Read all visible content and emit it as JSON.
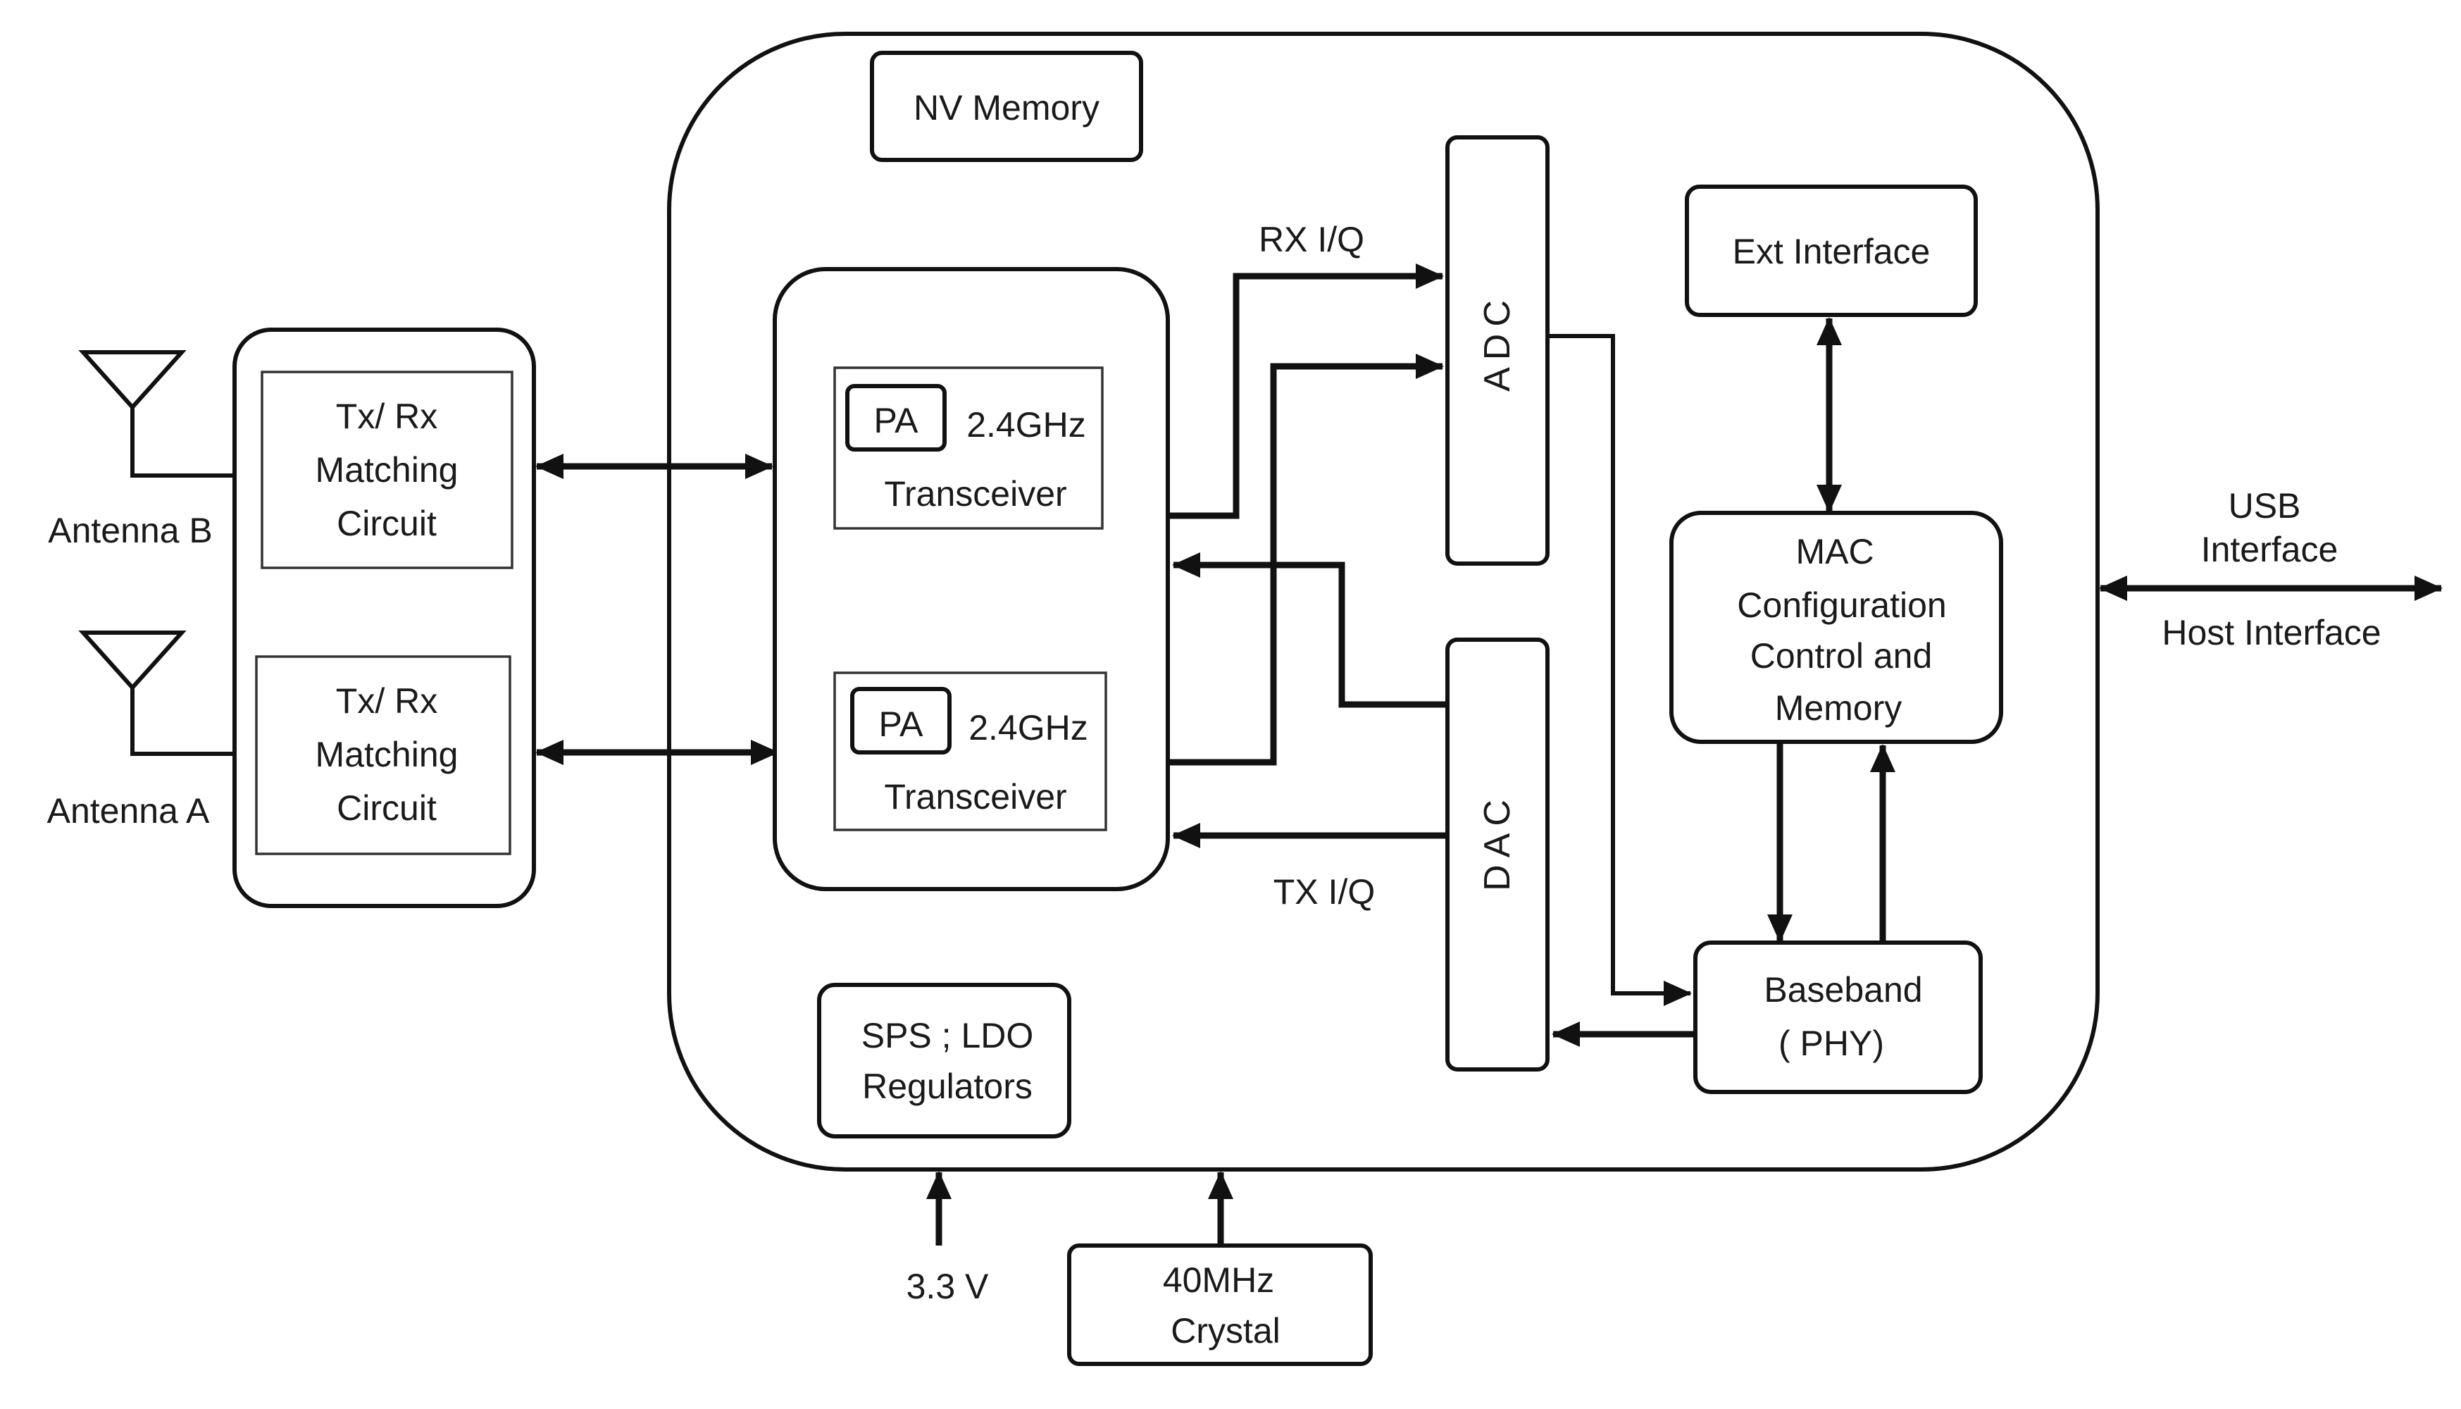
{
  "labels": {
    "nv_memory": "NV Memory",
    "rx_iq": "RX I/Q",
    "tx_iq": "TX I/Q",
    "adc": "ADC",
    "dac": "DAC",
    "ext_interface": "Ext Interface",
    "mac": [
      "MAC",
      "Configuration",
      "Control and",
      "Memory"
    ],
    "baseband": [
      "Baseband",
      "( PHY)"
    ],
    "usb": [
      "USB",
      "Interface"
    ],
    "host_interface": "Host Interface",
    "antenna_b": "Antenna B",
    "antenna_a": "Antenna A",
    "matching_b": [
      "Tx/ Rx",
      "Matching",
      "Circuit"
    ],
    "matching_a": [
      "Tx/ Rx",
      "Matching",
      "Circuit"
    ],
    "transceiver_top": {
      "pa": "PA",
      "freq": "2.4GHz",
      "name": "Transceiver"
    },
    "transceiver_bottom": {
      "pa": "PA",
      "freq": "2.4GHz",
      "name": "Transceiver"
    },
    "regulators": [
      "SPS ; LDO",
      "Regulators"
    ],
    "voltage": "3.3 V",
    "crystal": [
      "40MHz",
      "Crystal"
    ]
  }
}
